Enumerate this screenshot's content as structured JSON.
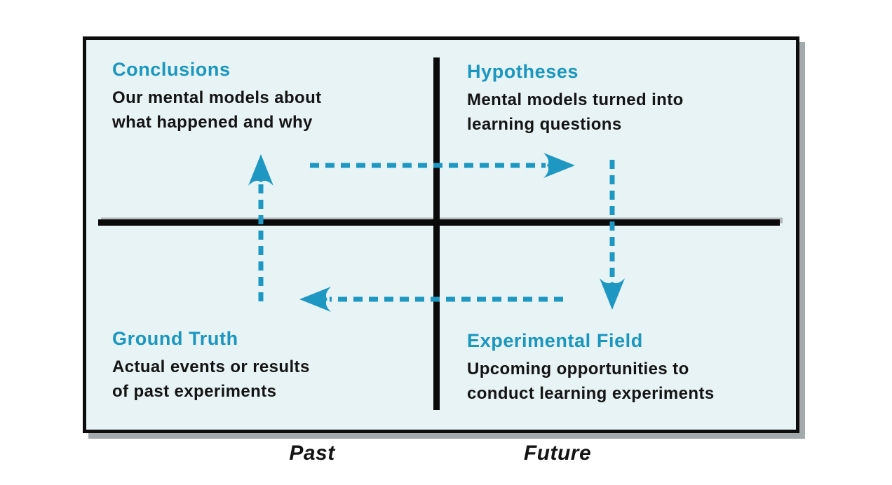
{
  "title": "Learning loop quadrant diagram",
  "colors": {
    "accent_teal": "#1a96bf",
    "board_background": "#e7f3f4",
    "board_border": "#0d0d0d",
    "drop_shadow_gray": "#a4aaac",
    "body_text": "#141414"
  },
  "quadrants": [
    {
      "id": "conclusions",
      "title": "Conclusions",
      "line1": "Our mental models about",
      "line2": "what happened and why"
    },
    {
      "id": "hypotheses",
      "title": "Hypotheses",
      "line1": "Mental models turned into",
      "line2": "learning questions"
    },
    {
      "id": "ground-truth",
      "title": "Ground Truth",
      "line1": "Actual events or results",
      "line2": "of past experiments"
    },
    {
      "id": "experimental-field",
      "title": "Experimental Field",
      "line1": "Upcoming opportunities to",
      "line2": "conduct learning experiments"
    }
  ],
  "axis_labels": {
    "left_half": "Past",
    "right_half": "Future"
  },
  "arrows": [
    {
      "name": "ground-truth-to-conclusions",
      "direction": "up",
      "style": "dashed-teal"
    },
    {
      "name": "conclusions-to-hypotheses",
      "direction": "right",
      "style": "dashed-teal"
    },
    {
      "name": "hypotheses-to-experimental-field",
      "direction": "down",
      "style": "dashed-teal"
    },
    {
      "name": "experimental-field-to-ground-truth",
      "direction": "left",
      "style": "dashed-teal"
    }
  ]
}
